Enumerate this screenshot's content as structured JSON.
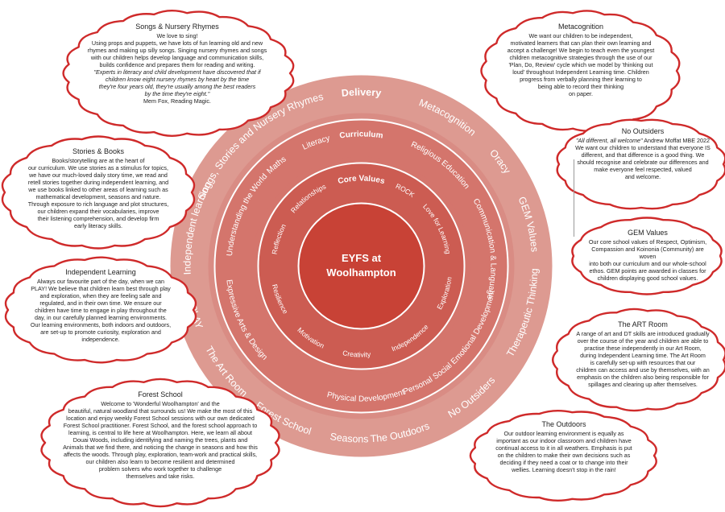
{
  "center": {
    "line1": "EYFS at",
    "line2": "Woolhampton"
  },
  "rings": {
    "delivery": {
      "heading": "Delivery",
      "labels": [
        "Metacognition",
        "Oracy",
        "GEM Values",
        "Therapeutic Thinking",
        "No Outsiders",
        "The Outdoors",
        "Seasons",
        "Forest School",
        "The Art Room",
        "PLAY",
        "Independent learning",
        "Songs, Stories and Nursery Rhymes"
      ]
    },
    "curriculum": {
      "heading": "Curriculum",
      "labels": [
        "Religious Education",
        "Communication & Language",
        "Personal Social Emotional Development",
        "Physical Development",
        "Expressive Arts & Design",
        "Understanding the World",
        "Maths",
        "Literacy"
      ]
    },
    "values": {
      "heading": "Core Values",
      "labels": [
        "ROCK",
        "Love for Learning",
        "Exploration",
        "Independence",
        "Creativity",
        "Motivation",
        "Resilience",
        "Reflection",
        "Relationships"
      ]
    }
  },
  "colors": {
    "outer": "#dd9a91",
    "outer_band": "#d98c84",
    "mid": "#d4756c",
    "inner": "#cc5c52",
    "core": "#c84236",
    "line": "#ffffff",
    "cloud_border": "#cf2a2a"
  },
  "boxes": {
    "songs": {
      "title": "Songs & Nursery Rhymes",
      "lines": [
        "We love to sing!",
        "Using props and puppets, we have lots of fun learning old and new",
        "rhymes and making up silly songs. Singing nursery rhymes and songs",
        "with our children helps develop language and communication skills,",
        "builds confidence and prepares them for reading and writing."
      ],
      "quote": [
        "\"Experts in literacy and child development have discovered that if",
        "children know eight nursery rhymes by heart by the time",
        "they're four years old, they're usually among the best readers",
        "by the time they're eight.\""
      ],
      "author": "Mem Fox, Reading Magic."
    },
    "stories": {
      "title": "Stories & Books",
      "lines": [
        "Books/storytelling are at the heart of",
        "our curriculum. We use stories as a stimulus for topics,",
        "we have our much-loved daily story time, we read and",
        "retell stories together during independent learning, and",
        "we use books linked to other areas of learning such as",
        "mathematical development, seasons and nature.",
        "Through exposure to rich language and plot structures,",
        "our children expand their vocabularies, improve",
        "their listening comprehension, and develop firm",
        "early literacy skills."
      ]
    },
    "independent": {
      "title": "Independent Learning",
      "lines": [
        "Always our favourite part of the day, when we can",
        "PLAY! We believe that children learn best through play",
        "and exploration, when they are feeling safe and",
        "regulated, and in their own time. We ensure our",
        "children have time to engage in play throughout the",
        "day, in our carefully planned learning environments.",
        "Our learning environments, both indoors and outdoors,",
        "are set-up to promote curiosity, exploration and",
        "independence."
      ]
    },
    "forest": {
      "title": "Forest School",
      "lines": [
        "Welcome to 'Wonderful Woolhampton' and the",
        "beautiful, natural woodland that surrounds us! We make the most of this",
        "location and enjoy weekly Forest School sessions with our own dedicated",
        "Forest School practitioner. Forest School, and the forest school approach to",
        "learning, is central to life here at Woolhampton. Here, we learn all about",
        "Douai Woods, including identifying and naming the trees, plants and",
        "Animals that we find there, and noticing the change in seasons and how this",
        "affects the woods. Through play, exploration, team-work and practical skills,",
        "our children also learn to become resilient and determined",
        "problem solvers who work together to challenge",
        "themselves and take risks."
      ]
    },
    "metacognition": {
      "title": "Metacognition",
      "lines": [
        "We want our children to be independent,",
        "motivated learners that can plan their own learning and",
        "accept a challenge! We begin to teach even the youngest",
        "children metacognitive strategies through the use of our",
        "'Plan, Do, Review' cycle which we model by 'thinking out",
        "loud' throughout Independent Learning time. Children",
        "progress from verbally planning their learning to",
        "being able to record their thinking",
        "on paper."
      ]
    },
    "outsiders": {
      "title": "No Outsiders",
      "quote": "\"All different, all welcome\"",
      "author": " Andrew Moffat MBE 2022",
      "lines": [
        "We want our children to understand that everyone IS",
        "different, and that difference is a good thing. We",
        "should recognise and celebrate our differences and",
        "make everyone feel respected, valued",
        "and welcome."
      ]
    },
    "gem": {
      "title": "GEM Values",
      "lines": [
        "Our core school values of Respect, Optimism,",
        "Compassion and Koinonia (Community) are woven",
        "into both our curriculum and our whole-school",
        "ethos. GEM points are awarded in classes for",
        "children displaying good school values."
      ]
    },
    "art": {
      "title": "The ART Room",
      "lines": [
        "A range of art and DT skills are introduced gradually",
        "over the course of the year and children are able to",
        "practise these independently in our Art Room,",
        "during Independent Learning time. The Art Room",
        "is carefully set-up with resources that our",
        "children can access and use by themselves, with an",
        "emphasis on the children also being responsible for",
        "spillages and clearing up after themselves."
      ]
    },
    "outdoors": {
      "title": "The Outdoors",
      "lines": [
        "Our outdoor learning environment is equally as",
        "important as our indoor classroom and children have",
        "continual access to it in all weathers. Emphasis is put",
        "on the children to make their own decisions such as",
        "deciding if they need a coat or to change into their",
        "wellies. Learning doesn't stop in the rain!"
      ]
    }
  }
}
